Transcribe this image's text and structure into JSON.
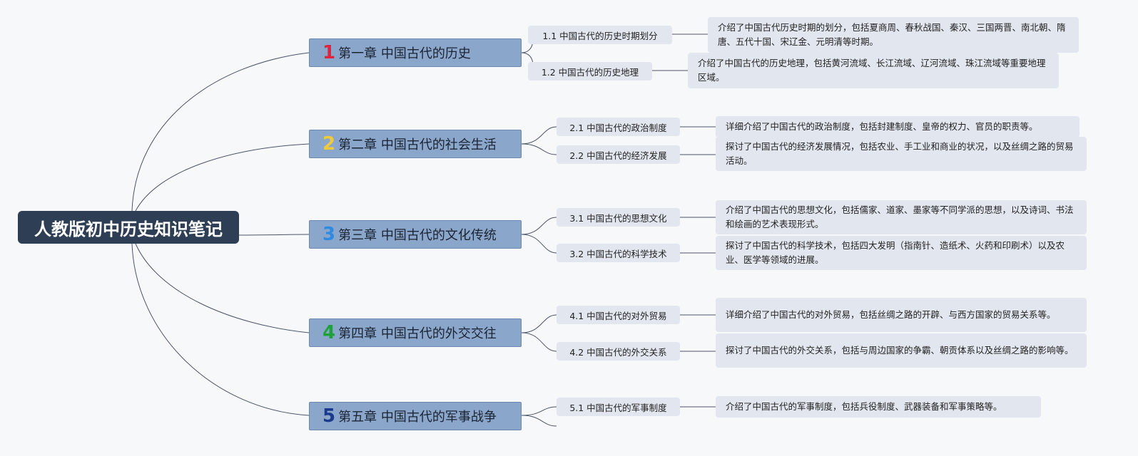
{
  "root": {
    "title": "人教版初中历史知识笔记"
  },
  "colors": {
    "root_bg": "#2e3e55",
    "chapter_bg": "#8ba6cb",
    "node_bg": "#e2e7ef",
    "line": "#4b5366",
    "num1": "#e0243f",
    "num2": "#f1c93b",
    "num3": "#2f8be0",
    "num4": "#1ba33a",
    "num5": "#1c3a8c"
  },
  "chapters": [
    {
      "num": "1",
      "title": "第一章 中国古代的历史",
      "sections": [
        {
          "label": "1.1 中国古代的历史时期划分",
          "desc": "介绍了中国古代历史时期的划分，包括夏商周、春秋战国、秦汉、三国两晋、南北朝、隋唐、五代十国、宋辽金、元明清等时期。"
        },
        {
          "label": "1.2 中国古代的历史地理",
          "desc": "介绍了中国古代的历史地理，包括黄河流域、长江流域、辽河流域、珠江流域等重要地理区域。"
        }
      ]
    },
    {
      "num": "2",
      "title": "第二章 中国古代的社会生活",
      "sections": [
        {
          "label": "2.1 中国古代的政治制度",
          "desc": "详细介绍了中国古代的政治制度，包括封建制度、皇帝的权力、官员的职责等。"
        },
        {
          "label": "2.2 中国古代的经济发展",
          "desc": "探讨了中国古代的经济发展情况，包括农业、手工业和商业的状况，以及丝绸之路的贸易活动。"
        }
      ]
    },
    {
      "num": "3",
      "title": "第三章 中国古代的文化传统",
      "sections": [
        {
          "label": "3.1 中国古代的思想文化",
          "desc": "介绍了中国古代的思想文化，包括儒家、道家、墨家等不同学派的思想，以及诗词、书法和绘画的艺术表现形式。"
        },
        {
          "label": "3.2 中国古代的科学技术",
          "desc": "探讨了中国古代的科学技术，包括四大发明（指南针、造纸术、火药和印刷术）以及农业、医学等领域的进展。"
        }
      ]
    },
    {
      "num": "4",
      "title": "第四章 中国古代的外交交往",
      "sections": [
        {
          "label": "4.1 中国古代的对外贸易",
          "desc": "详细介绍了中国古代的对外贸易，包括丝绸之路的开辟、与西方国家的贸易关系等。"
        },
        {
          "label": "4.2 中国古代的外交关系",
          "desc": "探讨了中国古代的外交关系，包括与周边国家的争霸、朝贡体系以及丝绸之路的影响等。"
        }
      ]
    },
    {
      "num": "5",
      "title": "第五章 中国古代的军事战争",
      "sections": [
        {
          "label": "5.1 中国古代的军事制度",
          "desc": "介绍了中国古代的军事制度，包括兵役制度、武器装备和军事策略等。"
        }
      ]
    }
  ]
}
